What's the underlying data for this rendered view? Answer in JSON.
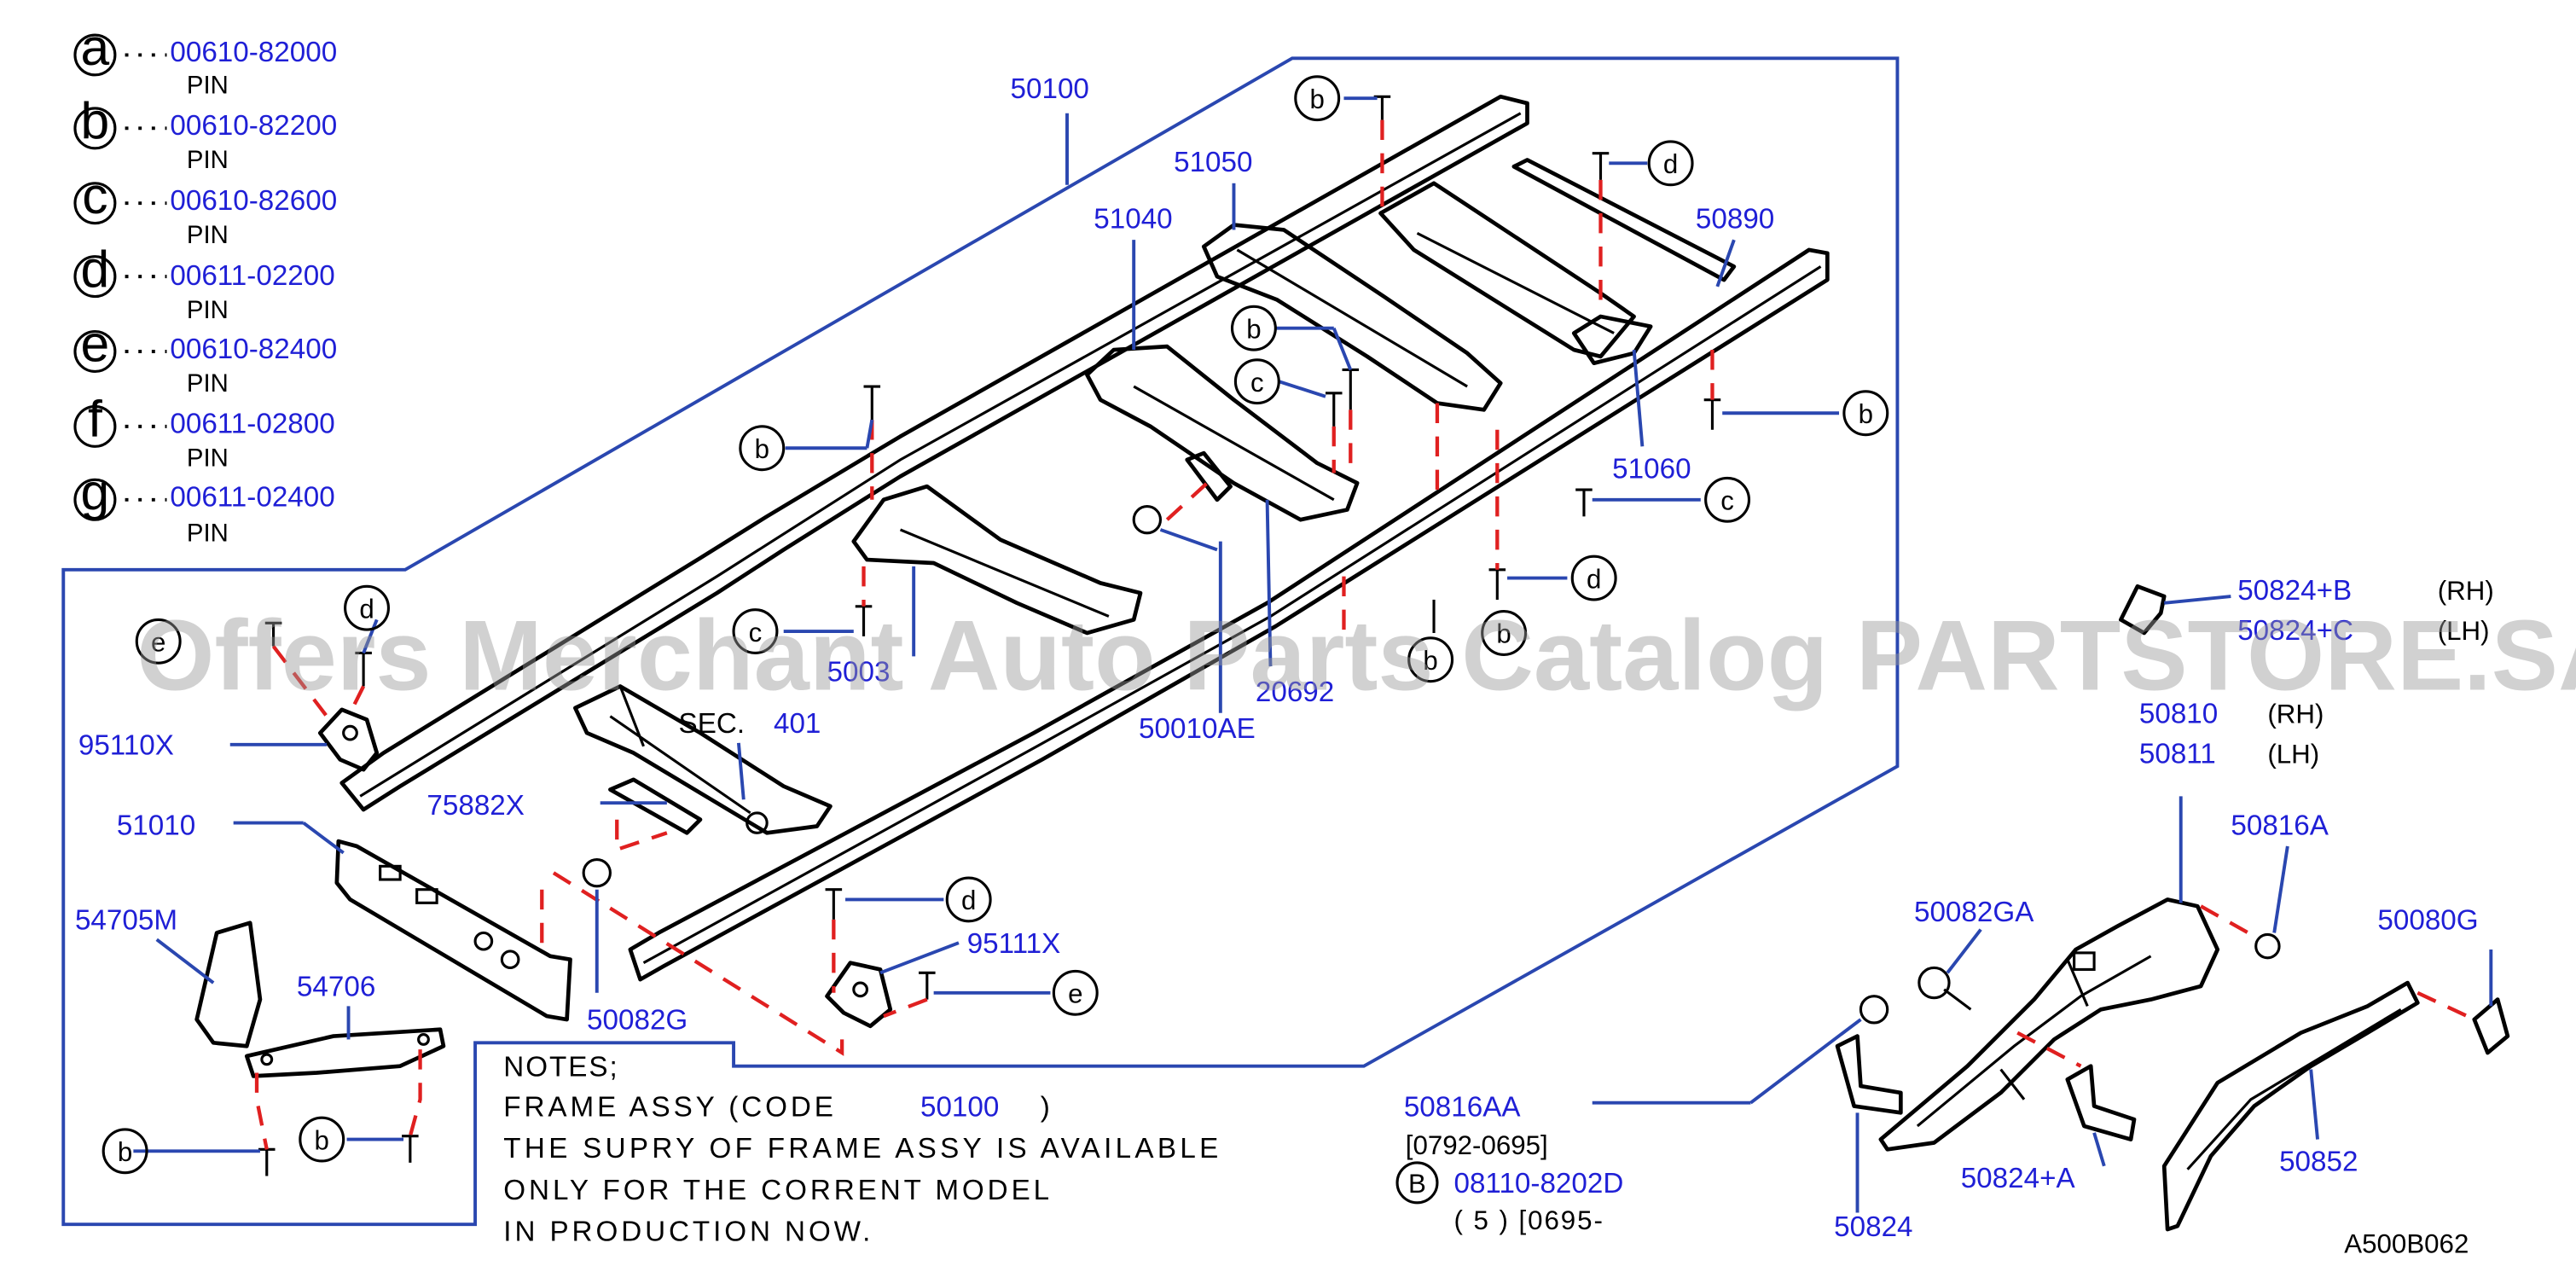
{
  "legend": [
    {
      "letter": "a",
      "code": "00610-82000",
      "desc": "PIN"
    },
    {
      "letter": "b",
      "code": "00610-82200",
      "desc": "PIN"
    },
    {
      "letter": "c",
      "code": "00610-82600",
      "desc": "PIN"
    },
    {
      "letter": "d",
      "code": "00611-02200",
      "desc": "PIN"
    },
    {
      "letter": "e",
      "code": "00610-82400",
      "desc": "PIN"
    },
    {
      "letter": "f",
      "code": "00611-02800",
      "desc": "PIN"
    },
    {
      "letter": "g",
      "code": "00611-02400",
      "desc": "PIN"
    }
  ],
  "parts": {
    "p50100": "50100",
    "p51050": "51050",
    "p51040": "51040",
    "p50890": "50890",
    "p51060": "51060",
    "p5003x": "5003",
    "p20692": "20692",
    "p50010ae": "50010AE",
    "p95110x": "95110X",
    "p75882x": "75882X",
    "p51010": "51010",
    "p54705m": "54705M",
    "p54706": "54706",
    "p50082g": "50082G",
    "p95111x": "95111X",
    "sec_prefix": "SEC.",
    "sec_num": "401",
    "p50824b": "50824+B",
    "p50824b_side": "(RH)",
    "p50824c": "50824+C",
    "p50824c_side": "(LH)",
    "p50810": "50810",
    "p50810_side": "(RH)",
    "p50811": "50811",
    "p50811_side": "(LH)",
    "p50816a": "50816A",
    "p50082ga": "50082GA",
    "p50080g": "50080G",
    "p50816aa": "50816AA",
    "p50816aa_range": "[0792-0695]",
    "bolt_letter": "B",
    "bolt_code": "08110-8202D",
    "bolt_qty": "( 5 ) [0695-",
    "p50824a": "50824+A",
    "p50852": "50852",
    "p50824": "50824",
    "diagram_id": "A500B062"
  },
  "notes": {
    "title": "NOTES;",
    "line1_pre": "FRAME  ASSY  (CODE",
    "line1_code": "50100",
    "line1_post": ")",
    "line2": "THE SUPRY OF FRAME ASSY IS AVAILABLE",
    "line3": "ONLY FOR THE CORRENT MODEL",
    "line4": "IN PRODUCTION NOW."
  },
  "callouts": {
    "b": "b",
    "c": "c",
    "d": "d",
    "e": "e"
  },
  "watermark": "Offers Merchant Auto Parts Catalog PARTSTORE.SA",
  "colors": {
    "part_number": "#1f1fd6",
    "leader": "#2a47b0",
    "dashed_guide": "#e02020",
    "outline": "#000000"
  }
}
